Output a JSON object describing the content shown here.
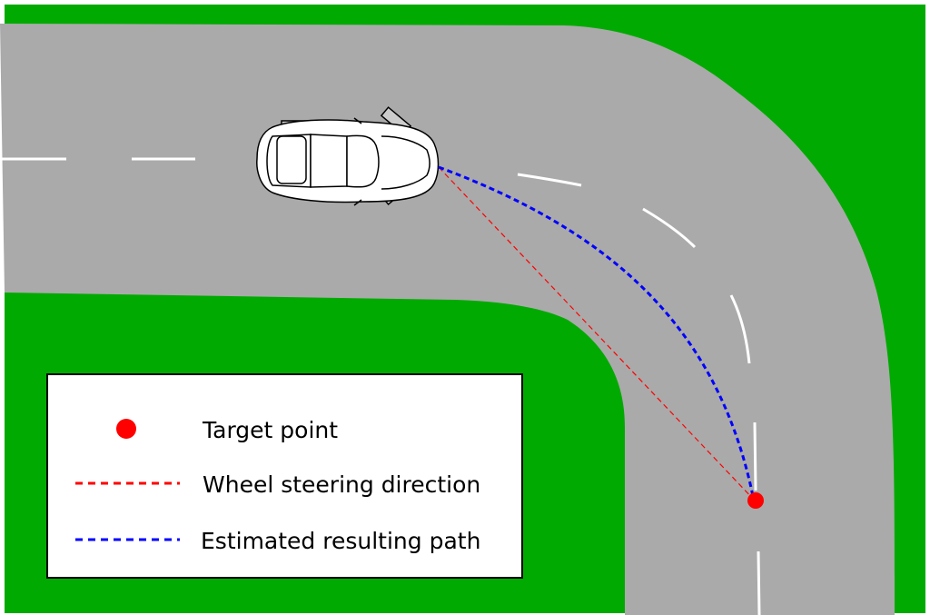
{
  "legend": {
    "items": [
      {
        "label": "Target point",
        "symbol": "dot",
        "color": "#ff0000"
      },
      {
        "label": "Wheel steering direction",
        "symbol": "dashed-line",
        "color": "#ff0000"
      },
      {
        "label": "Estimated resulting path",
        "symbol": "dashed-line",
        "color": "#0000ff"
      }
    ]
  },
  "colors": {
    "grass": "#00aa00",
    "road": "#aaaaaa",
    "lane_marking": "#ffffff",
    "target": "#ff0000",
    "steering_line": "#ff0000",
    "path_line": "#0000ff"
  },
  "icons": {
    "vehicle": "car-top-view-icon"
  }
}
